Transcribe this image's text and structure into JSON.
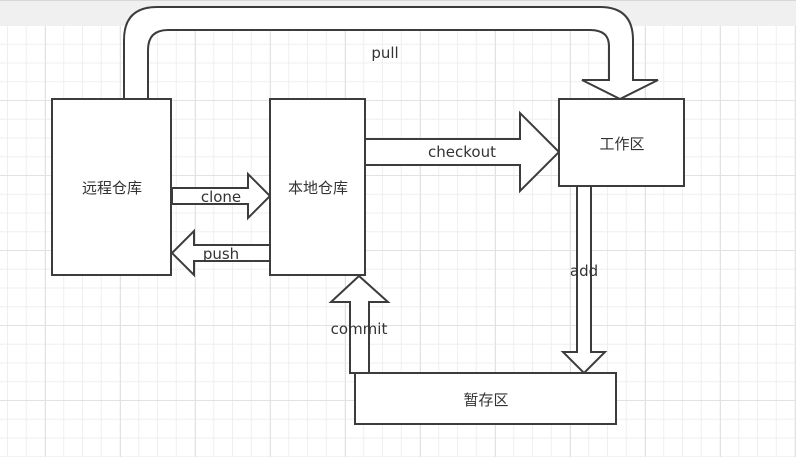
{
  "diagram": {
    "title": "Git workflow",
    "nodes": {
      "remote_repo": "远程仓库",
      "local_repo": "本地仓库",
      "working_dir": "工作区",
      "staging_area": "暂存区"
    },
    "edges": {
      "pull": "pull",
      "clone": "clone",
      "push": "push",
      "checkout": "checkout",
      "add": "add",
      "commit": "commit"
    }
  },
  "colors": {
    "stroke": "#3c3c3c",
    "text": "#333333",
    "grid": "#e2e2e2",
    "toolbar": "#f0f0f0"
  }
}
